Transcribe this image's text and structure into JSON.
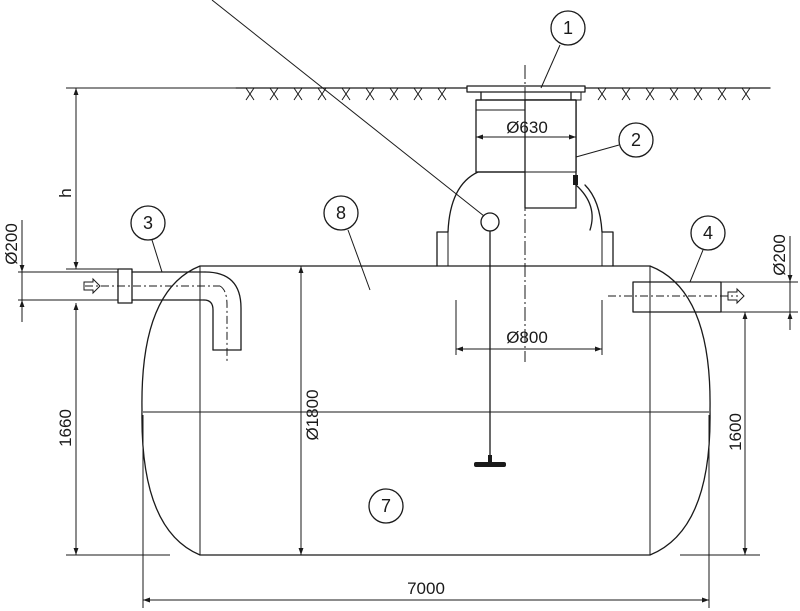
{
  "dimensions": {
    "h": "h",
    "inlet_diameter": "Ø200",
    "outlet_diameter": "Ø200",
    "shaft_diameter": "Ø630",
    "dome_diameter": "Ø800",
    "tank_diameter": "Ø1800",
    "inlet_height": "1660",
    "outlet_height": "1600",
    "tank_length": "7000"
  },
  "callouts": [
    {
      "number": "1"
    },
    {
      "number": "2"
    },
    {
      "number": "3"
    },
    {
      "number": "4"
    },
    {
      "number": "7"
    },
    {
      "number": "8"
    }
  ]
}
